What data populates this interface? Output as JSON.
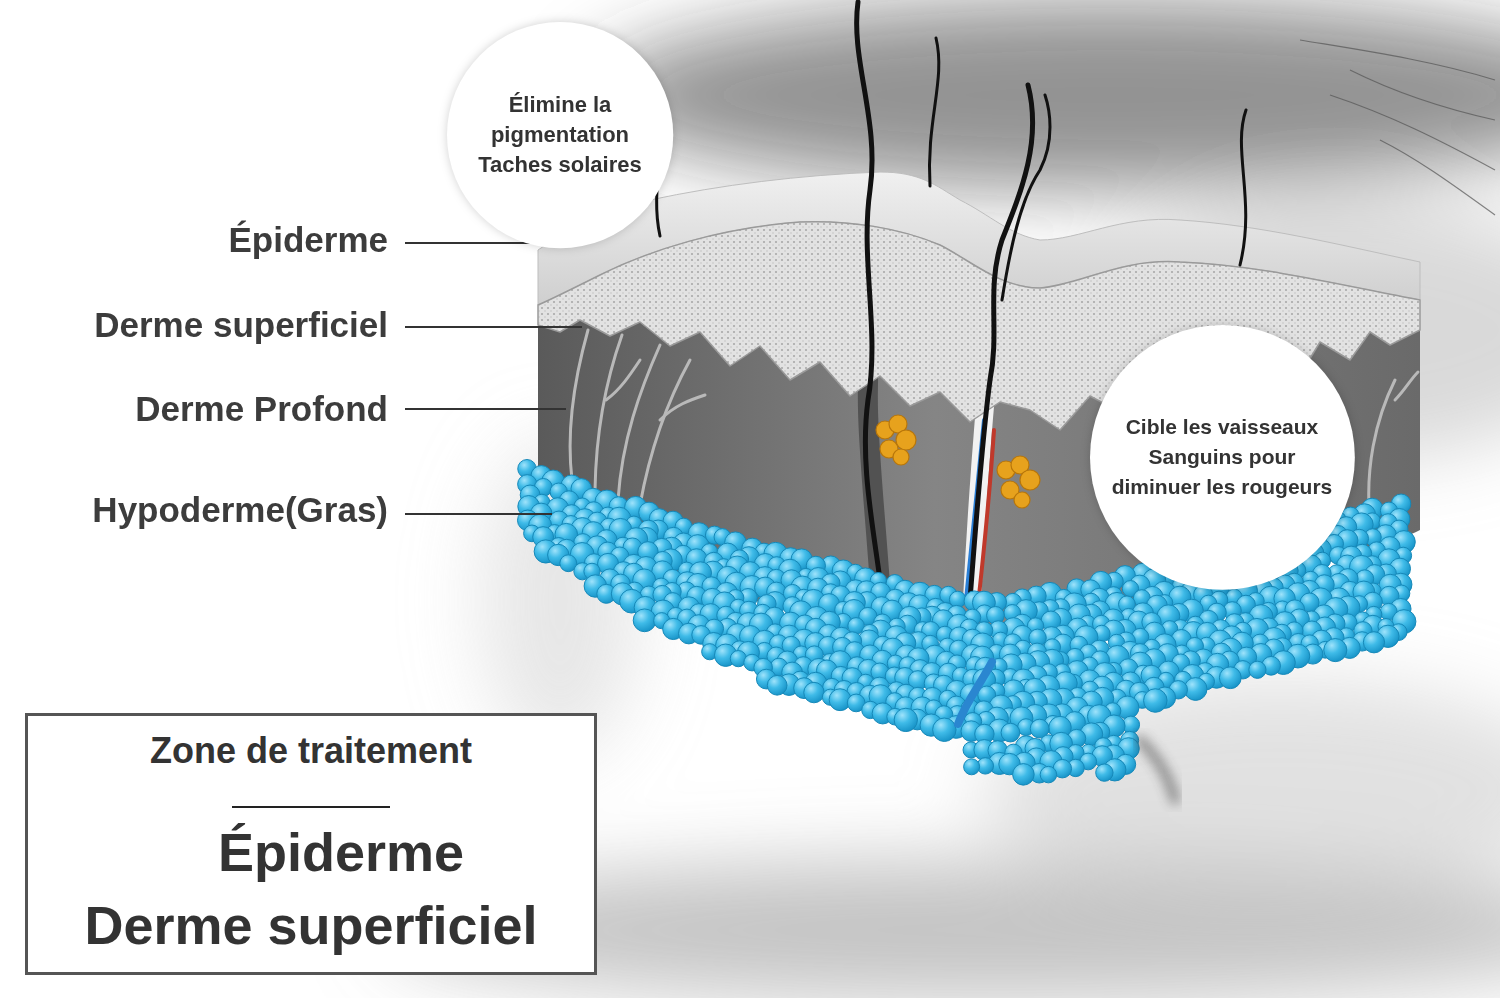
{
  "diagram": {
    "nodes": [
      {
        "text": [
          "Élimine la pigmentation Taches solaires"
        ]
      },
      {
        "text": [
          "Cible les vaisseaux Sanguins pour diminuer les rougeurs"
        ]
      },
      {
        "text": [
          "Zone de traitement",
          "Épiderme Derme superficiel"
        ]
      }
    ],
    "labels": [
      "Épiderme",
      "Derme superficiel",
      "Derme Profond",
      "Hypoderme(Gras)"
    ]
  }
}
